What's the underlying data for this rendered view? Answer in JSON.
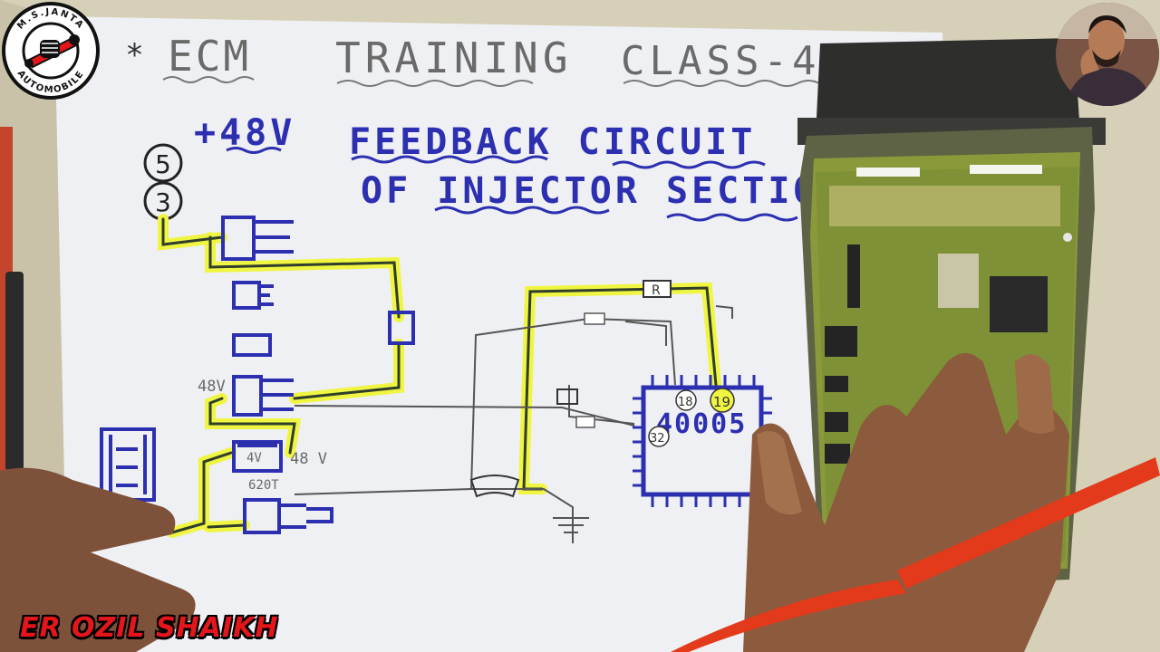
{
  "sheet": {
    "title_word1": "ECM",
    "title_word2": "TRAINING",
    "title_word3": "CLASS-4",
    "heading_voltage": "+48V",
    "heading_line1": "FEEDBACK CIRCUIT",
    "heading_line2": "OF INJECTOR SECTION",
    "node_top": "5",
    "node_second": "3",
    "label_48v_left": "48V",
    "label_4v": "4V",
    "label_48v_right": "48 V",
    "label_620t": "620T",
    "resistor_label": "R",
    "chip_label": "40005",
    "pin_18": "18",
    "pin_19": "19",
    "pin_32": "32"
  },
  "logo": {
    "text_top": "M.S.JANTA",
    "text_bottom": "AUTOMOBILE",
    "icon": "fist-wrench-icon"
  },
  "presenter": {
    "avatar_icon": "presenter-avatar"
  },
  "credit": "ER OZIL SHAIKH",
  "colors": {
    "ink_blue": "#2c2fb0",
    "highlight_yellow": "#f0f542",
    "credit_red": "#e5161b",
    "probe_red": "#e43a1c",
    "pcb_green": "#8a9a3a"
  }
}
